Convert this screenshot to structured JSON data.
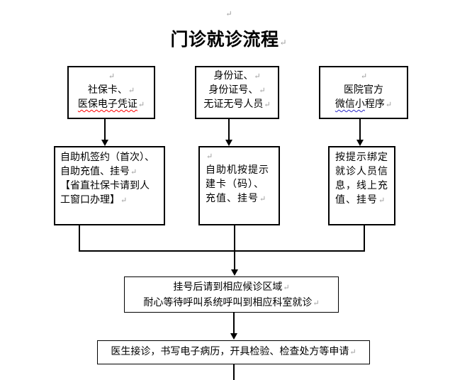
{
  "colors": {
    "paper": "#ffffff",
    "ink": "#000000",
    "pilcrow": "#9a9a9a",
    "wavy_red": "#ff0000",
    "wavy_blue": "#2929c8"
  },
  "marks": {
    "pilcrow": "↵"
  },
  "title": {
    "text": "门诊就诊流程"
  },
  "boxes": {
    "social_card": {
      "lines": [
        {
          "text": ""
        },
        {
          "text": "社保卡、"
        },
        {
          "text": "医保电子凭证"
        }
      ]
    },
    "id_card": {
      "lines": [
        {
          "text": "身份证、"
        },
        {
          "text": "身份证号、"
        },
        {
          "text": "无证无号人员"
        }
      ]
    },
    "wechat_miniapp": {
      "lines": [
        {
          "text": ""
        },
        {
          "text": "医院官方"
        },
        {
          "wavy": "微信小",
          "rest": "程序"
        }
      ]
    },
    "self_machine_sign": {
      "lines": [
        {
          "text": "自助机签约（首次）、"
        },
        {
          "text": "自助充值、挂号"
        },
        {
          "text": "【省直社保卡请到人"
        },
        {
          "text": "工窗口办理】"
        }
      ]
    },
    "self_machine_card": {
      "lines": [
        {
          "text": ""
        },
        {
          "text": "自助机按提示"
        },
        {
          "text": "建卡（码）、"
        },
        {
          "text": "充值、挂号"
        }
      ]
    },
    "bind_patient_online": {
      "lines": [
        {
          "text": "按提示绑定"
        },
        {
          "text": "就诊人员信"
        },
        {
          "text": "息，线上充"
        },
        {
          "text": "值、挂号"
        }
      ]
    },
    "waiting_area": {
      "lines": [
        {
          "text": "挂号后请到相应候诊区域"
        },
        {
          "text": "耐心等待呼叫系统呼叫到相应科室就诊"
        }
      ]
    },
    "doctor_reception": {
      "lines": [
        {
          "text": "医生接诊，书写电子病历，开具检验、检查处方等申请"
        }
      ]
    }
  }
}
